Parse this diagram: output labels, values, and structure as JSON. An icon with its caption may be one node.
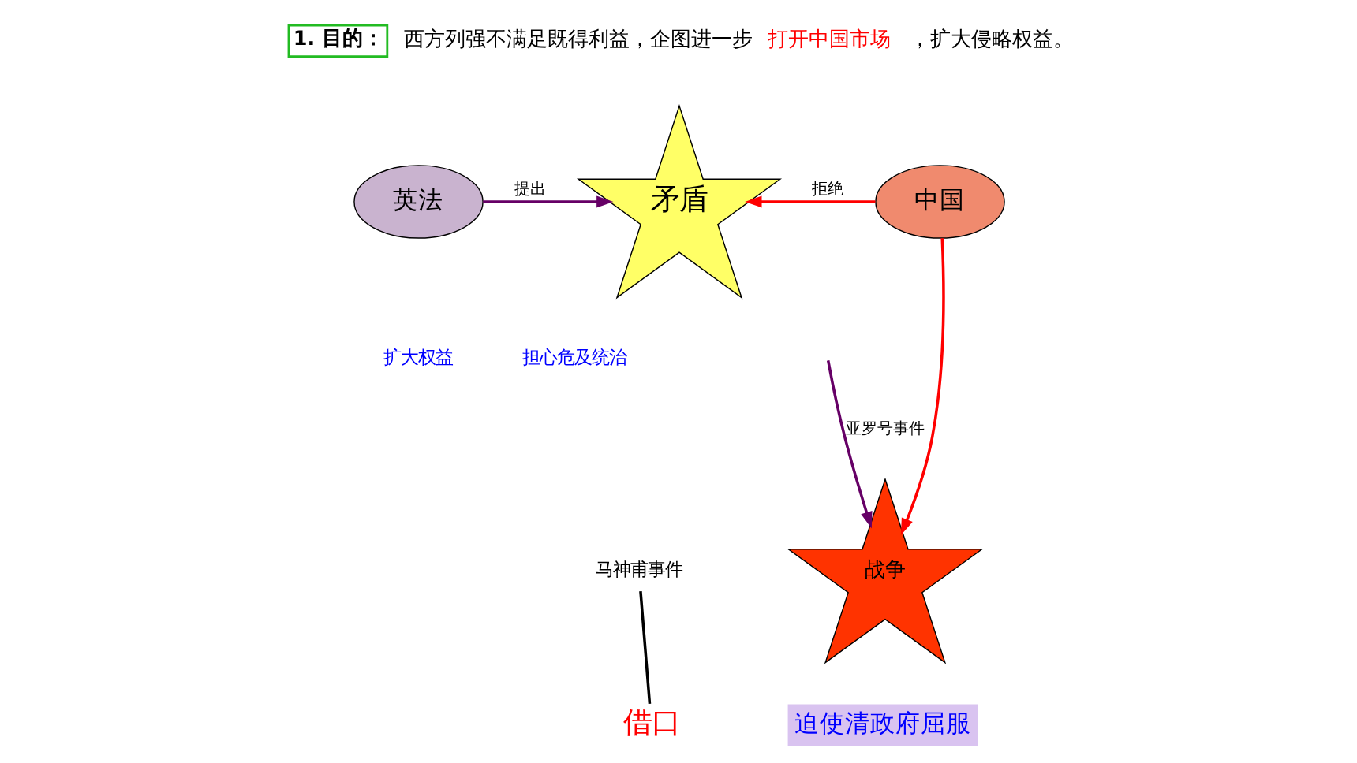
{
  "diagram": {
    "nodes": [
      {
        "text": [
          "1. 目的："
        ],
        "beside": [
          "西方列强不满足既得利益，企图进一步",
          "打开中国市场",
          "，扩大侵略权益。"
        ]
      },
      {
        "text": [
          "英法"
        ]
      },
      {
        "text": [
          "矛盾"
        ]
      },
      {
        "text": [
          "中国"
        ]
      },
      {
        "text": [
          "战争"
        ]
      },
      {
        "text": [
          "迫使清政府屈服"
        ]
      },
      {
        "text": [
          "借口"
        ]
      },
      {
        "text": [
          "马神甫事件"
        ]
      }
    ],
    "edges": [
      {
        "from": 1,
        "to": 2,
        "arrow": "to",
        "label": "提出",
        "color": "#660066"
      },
      {
        "from": 3,
        "to": 2,
        "arrow": "to",
        "label": "拒绝",
        "color": "#ff0000"
      },
      {
        "from": null,
        "to": 4,
        "arrow": "to",
        "label": "亚罗号事件",
        "color": "#660066"
      },
      {
        "from": 3,
        "to": 4,
        "arrow": "to",
        "color": "#ff0000"
      },
      {
        "from": 6,
        "to": 7,
        "arrow": "none",
        "color": "#000000"
      }
    ],
    "labels": [
      "扩大权益",
      "担心危及统治"
    ]
  }
}
